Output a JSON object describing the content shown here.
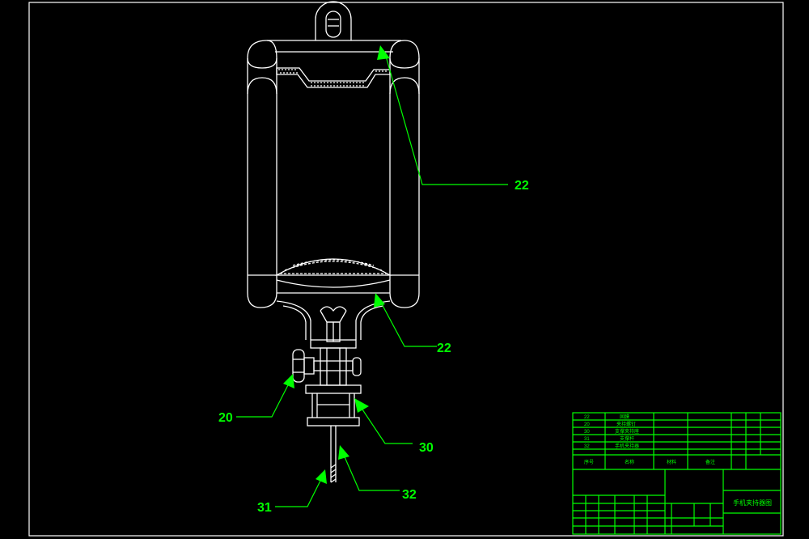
{
  "callouts": [
    {
      "number": "22"
    },
    {
      "number": "22"
    },
    {
      "number": "20"
    },
    {
      "number": "30"
    },
    {
      "number": "31"
    },
    {
      "number": "32"
    }
  ],
  "title_block": {
    "parts_list": [
      {
        "no": "22",
        "name": "固膜"
      },
      {
        "no": "20",
        "name": "夹持螺钉"
      },
      {
        "no": "30",
        "name": "支撑夹持座"
      },
      {
        "no": "31",
        "name": "支撑杆"
      },
      {
        "no": "32",
        "name": "手机夹持器"
      }
    ],
    "header_labels": [
      "序号",
      "名称",
      "材料",
      "备注"
    ],
    "drawing_title": "手机夹持器图"
  },
  "colors": {
    "background": "#000000",
    "outline": "#ffffff",
    "annotation": "#00ff00"
  }
}
